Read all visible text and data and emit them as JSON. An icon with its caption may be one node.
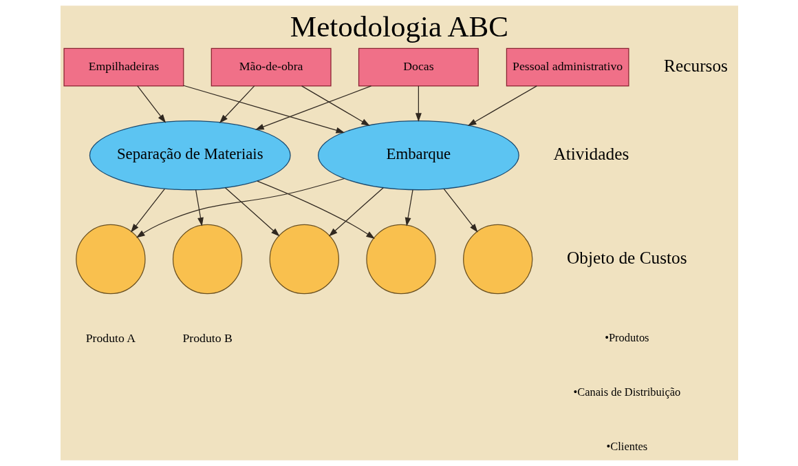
{
  "diagram": {
    "title": "Metodologia ABC",
    "nodes": [
      {
        "text": [
          "Empilhadeiras"
        ]
      },
      {
        "text": [
          "Mão-de-obra"
        ]
      },
      {
        "text": [
          "Docas"
        ]
      },
      {
        "text": [
          "Pessoal administrativo"
        ]
      },
      {
        "text": [
          "Separação de Materiais"
        ]
      },
      {
        "text": [
          "Embarque"
        ]
      },
      {
        "text": [],
        "shape": "circle",
        "beside": [
          "Produto A"
        ]
      },
      {
        "text": [],
        "shape": "circle",
        "beside": [
          "Produto B"
        ]
      },
      {
        "text": [],
        "shape": "circle"
      },
      {
        "text": [],
        "shape": "circle"
      },
      {
        "text": [],
        "shape": "circle"
      }
    ],
    "edges": [
      {
        "from": 0,
        "to": 4,
        "arrow": "to"
      },
      {
        "from": 0,
        "to": 5,
        "arrow": "to"
      },
      {
        "from": 1,
        "to": 4,
        "arrow": "to"
      },
      {
        "from": 1,
        "to": 5,
        "arrow": "to"
      },
      {
        "from": 2,
        "to": 4,
        "arrow": "to"
      },
      {
        "from": 2,
        "to": 5,
        "arrow": "to"
      },
      {
        "from": 3,
        "to": 5,
        "arrow": "to"
      },
      {
        "from": 4,
        "to": 6,
        "arrow": "to"
      },
      {
        "from": 5,
        "to": 6,
        "arrow": "to"
      },
      {
        "from": 4,
        "to": 7,
        "arrow": "to"
      },
      {
        "from": 4,
        "to": 8,
        "arrow": "to"
      },
      {
        "from": 4,
        "to": 9,
        "arrow": "to"
      },
      {
        "from": 5,
        "to": 8,
        "arrow": "to"
      },
      {
        "from": 5,
        "to": 9,
        "arrow": "to"
      },
      {
        "from": 5,
        "to": 10,
        "arrow": "to"
      }
    ],
    "labels": [
      "Recursos",
      "Atividades",
      "Objeto de Custos",
      "•Produtos",
      "•Canais de Distribuição",
      "•Clientes"
    ]
  }
}
